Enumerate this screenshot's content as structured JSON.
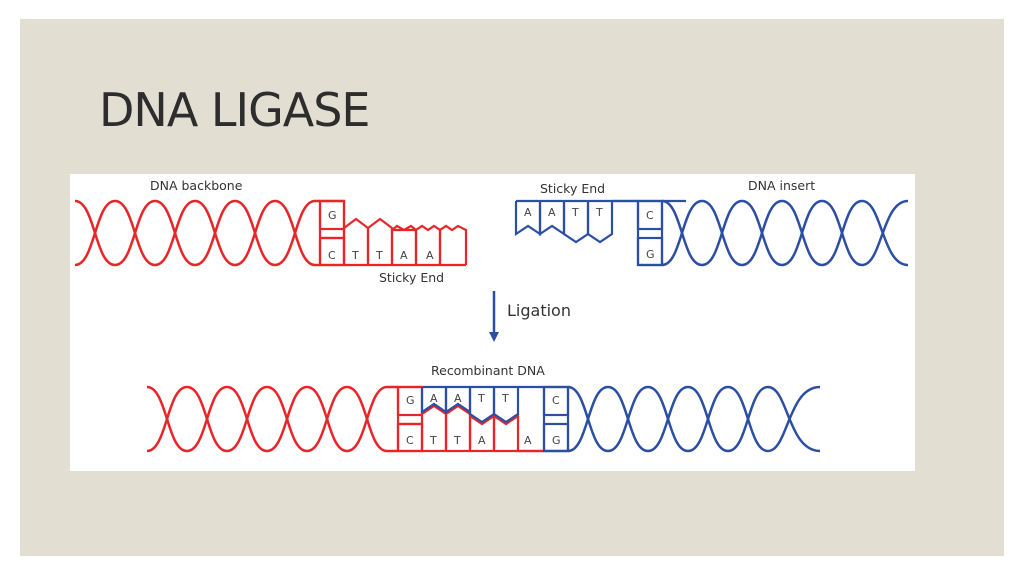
{
  "slide": {
    "title": "DNA LIGASE"
  },
  "diagram": {
    "colors": {
      "backbone": "#e8262a",
      "insert": "#2d4fa3",
      "arrow": "#2d4fa3",
      "text": "#333333"
    },
    "labels": {
      "dna_backbone": "DNA backbone",
      "sticky_end_top": "Sticky End",
      "dna_insert": "DNA insert",
      "sticky_end_bottom": "Sticky End",
      "ligation": "Ligation",
      "recombinant": "Recombinant DNA"
    },
    "backbone_fragment": {
      "top_bases": [
        "G"
      ],
      "bottom_bases": [
        "C",
        "T",
        "T",
        "A",
        "A"
      ]
    },
    "insert_fragment": {
      "top_bases": [
        "A",
        "A",
        "T",
        "T",
        "C"
      ],
      "bottom_bases": [
        "G"
      ]
    },
    "recombinant_strand": {
      "top_bases": [
        "G",
        "A",
        "A",
        "T",
        "T",
        "C"
      ],
      "bottom_bases": [
        "C",
        "T",
        "T",
        "A",
        "A",
        "G"
      ]
    }
  }
}
